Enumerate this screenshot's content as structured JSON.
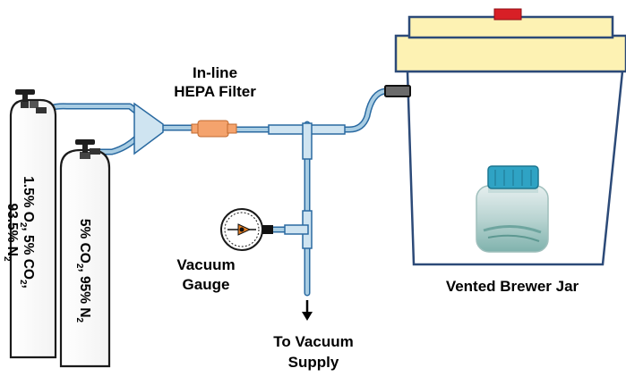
{
  "labels": {
    "filter_line1": "In-line",
    "filter_line2": "HEPA Filter",
    "gauge_line1": "Vacuum",
    "gauge_line2": "Gauge",
    "supply_line1": "To Vacuum",
    "supply_line2": "Supply",
    "jar": "Vented Brewer Jar"
  },
  "cylinder_1": {
    "line1": {
      "a": "1.5% O",
      "a_sub": "2",
      "b": ", 5% CO",
      "b_sub": "2",
      "c": ","
    },
    "line2": {
      "a": "93.5% N",
      "a_sub": "2"
    }
  },
  "cylinder_2": {
    "line1": {
      "a": "5% CO",
      "a_sub": "2",
      "b": ", 95% N",
      "b_sub": "2"
    }
  },
  "colors": {
    "tubing": "#a9cde3",
    "tubing_edge": "#2a6aa1",
    "filter": "#f4a36d",
    "jar_lid": "#fdf2b3",
    "jar_edge": "#2c4a78",
    "cap": "#d81f26",
    "flask_cap": "#2fa3c4"
  },
  "icons": {
    "gauge": "pressure-gauge-icon",
    "arrow": "arrow-down-icon"
  }
}
